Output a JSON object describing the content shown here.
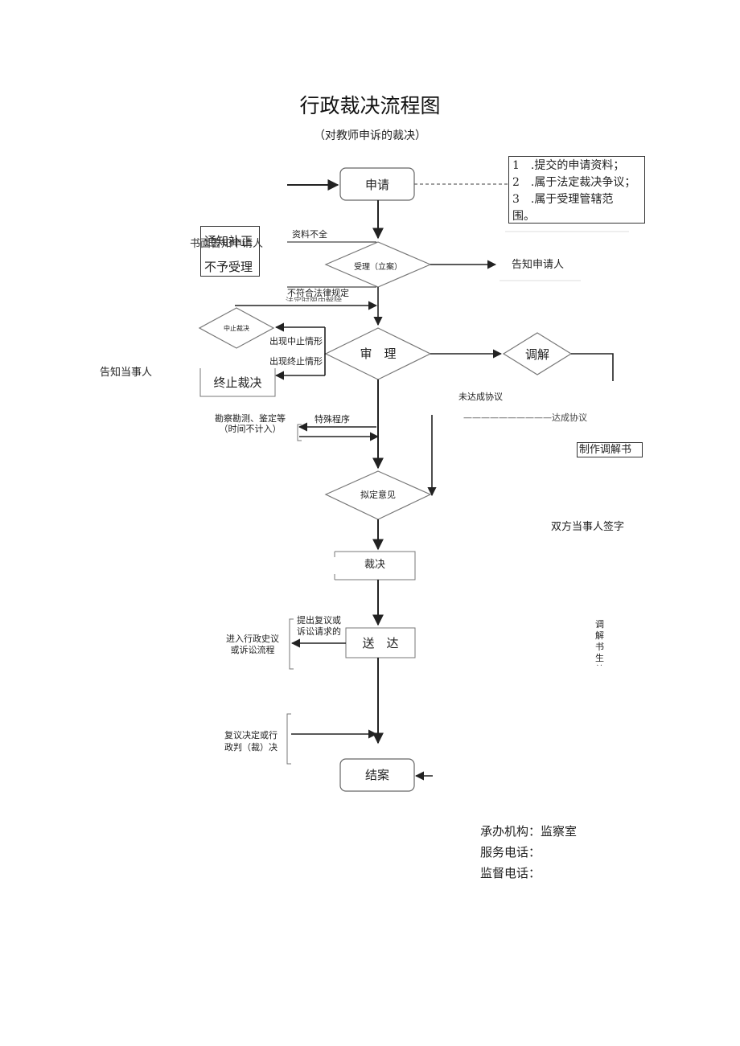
{
  "title": "行政裁决流程图",
  "subtitle": "（对教师申诉的裁决）",
  "nodes": {
    "apply": "申请",
    "accept": "受理（立案）",
    "review": "审　理",
    "mediate": "调解",
    "suspend": "中止裁决",
    "terminate": "终止裁决",
    "draft": "拟定意见",
    "ruling": "裁决",
    "deliver": "送　达",
    "close": "结案",
    "reject_line1": "通知补正",
    "reject_line2": "不予受理",
    "make_mediation": "制作调解书"
  },
  "requirements": [
    "1　.提交的申请资料；",
    "2　.属于法定裁决争议；",
    "3　.属于受理管辖范",
    "围。"
  ],
  "labels": {
    "incomplete": "资料不全",
    "written_notice": "书面告知申请人",
    "notify_applicant": "告知申请人",
    "not_legal": "不符合法律规定",
    "legal_time": "法定时限内解除",
    "suspend_occurs": "出现中止情形",
    "terminate_occurs": "出现终止情形",
    "notify_parties": "告知当事人",
    "no_agreement": "未达成协议",
    "reach_agreement": "——————————达成协议",
    "survey_line1": "勘察勘测、鉴定等",
    "survey_line2": "（时间不计入）",
    "special_procedure": "特殊程序",
    "both_sign": "双方当事人签字",
    "appeal_line1": "提出复议或",
    "appeal_line2": "诉讼请求的",
    "enter_line1": "进入行政史议",
    "enter_line2": "或诉讼流程",
    "reconsider_line1": "复议决定或行",
    "reconsider_line2": "政判（裁）决",
    "mediation_effective": "调解书生效"
  },
  "footer": {
    "agency": "承办机构：监察室",
    "service_phone": "服务电话：",
    "supervise_phone": "监督电话："
  }
}
